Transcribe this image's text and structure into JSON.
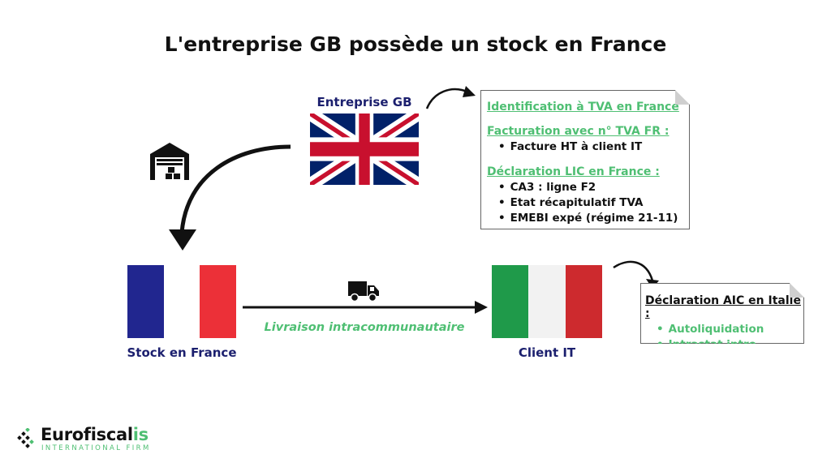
{
  "title": "L'entreprise GB possède un stock en France",
  "uk": {
    "label": "Entreprise GB"
  },
  "france": {
    "label": "Stock en France"
  },
  "italy": {
    "label": "Client IT"
  },
  "arrow_label": "Livraison intracommunautaire",
  "gb_box": {
    "heading1": "Identification à TVA en France",
    "heading2": "Facturation avec n° TVA FR :",
    "items2": [
      "Facture HT à client IT"
    ],
    "heading3": "Déclaration LIC en France :",
    "items3": [
      "CA3 : ligne F2",
      "Etat récapitulatif TVA",
      "EMEBI expé (régime 21-11)"
    ]
  },
  "it_box": {
    "heading": "Déclaration AIC en Italie :",
    "items": [
      "Autoliquidation",
      "Intrastat intro"
    ]
  },
  "logo": {
    "name_main": "Eurofiscal",
    "name_accent": "is",
    "tagline": "INTERNATIONAL FIRM"
  },
  "icons": [
    "warehouse-icon",
    "truck-icon",
    "curved-arrow-icon",
    "logo-mark-icon"
  ],
  "colors": {
    "green": "#4fbf73",
    "navy": "#1b1f6e",
    "fr_blue": "#21268f",
    "fr_red": "#ec3038",
    "it_green": "#1f9a4a",
    "it_red": "#cd2a2e"
  }
}
